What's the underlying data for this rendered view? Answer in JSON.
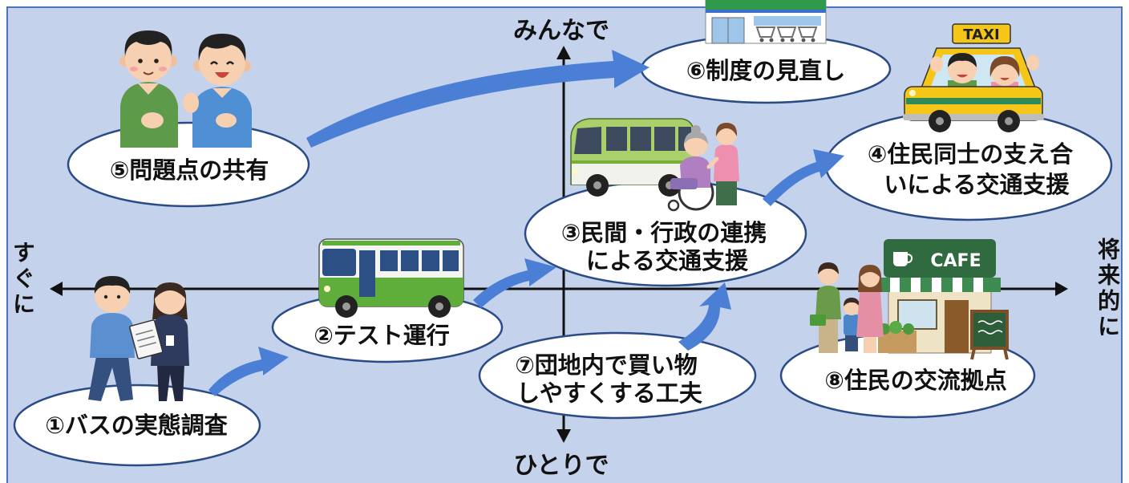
{
  "diagram": {
    "axes": {
      "top": "みんなで",
      "bottom": "ひとりで",
      "left": "すぐに",
      "right": "将来的に"
    },
    "nodes": {
      "n1": {
        "line1": "①バスの実態調査"
      },
      "n2": {
        "line1": "②テスト運行"
      },
      "n3": {
        "line1": "③民間・行政の連携",
        "line2": "による交通支援"
      },
      "n4": {
        "line1": "④住民同士の支え合",
        "line2": "いによる交通支援"
      },
      "n5": {
        "line1": "⑤問題点の共有"
      },
      "n6": {
        "line1": "⑥制度の見直し"
      },
      "n7": {
        "line1": "⑦団地内で買い物",
        "line2": "しやすくする工夫"
      },
      "n8": {
        "line1": "⑧住民の交流拠点"
      }
    }
  },
  "illustrations": {
    "taxi_sign": "TAXI",
    "cafe_sign": "CAFE"
  },
  "icons": [
    "two-men-talking-illustration",
    "convenience-store-illustration",
    "taxi-illustration",
    "minibus-wheelchair-illustration",
    "bus-illustration",
    "survey-people-illustration",
    "cafe-family-illustration"
  ],
  "colors": {
    "page_background": "#ffffff",
    "panel_background": "#c4d2eb",
    "panel_border": "#4a74bb",
    "node_fill": "#ffffff",
    "node_border": "#2b4b86",
    "arrow": "#4b7fd5",
    "axis": "#111111",
    "label_text": "#111111"
  }
}
